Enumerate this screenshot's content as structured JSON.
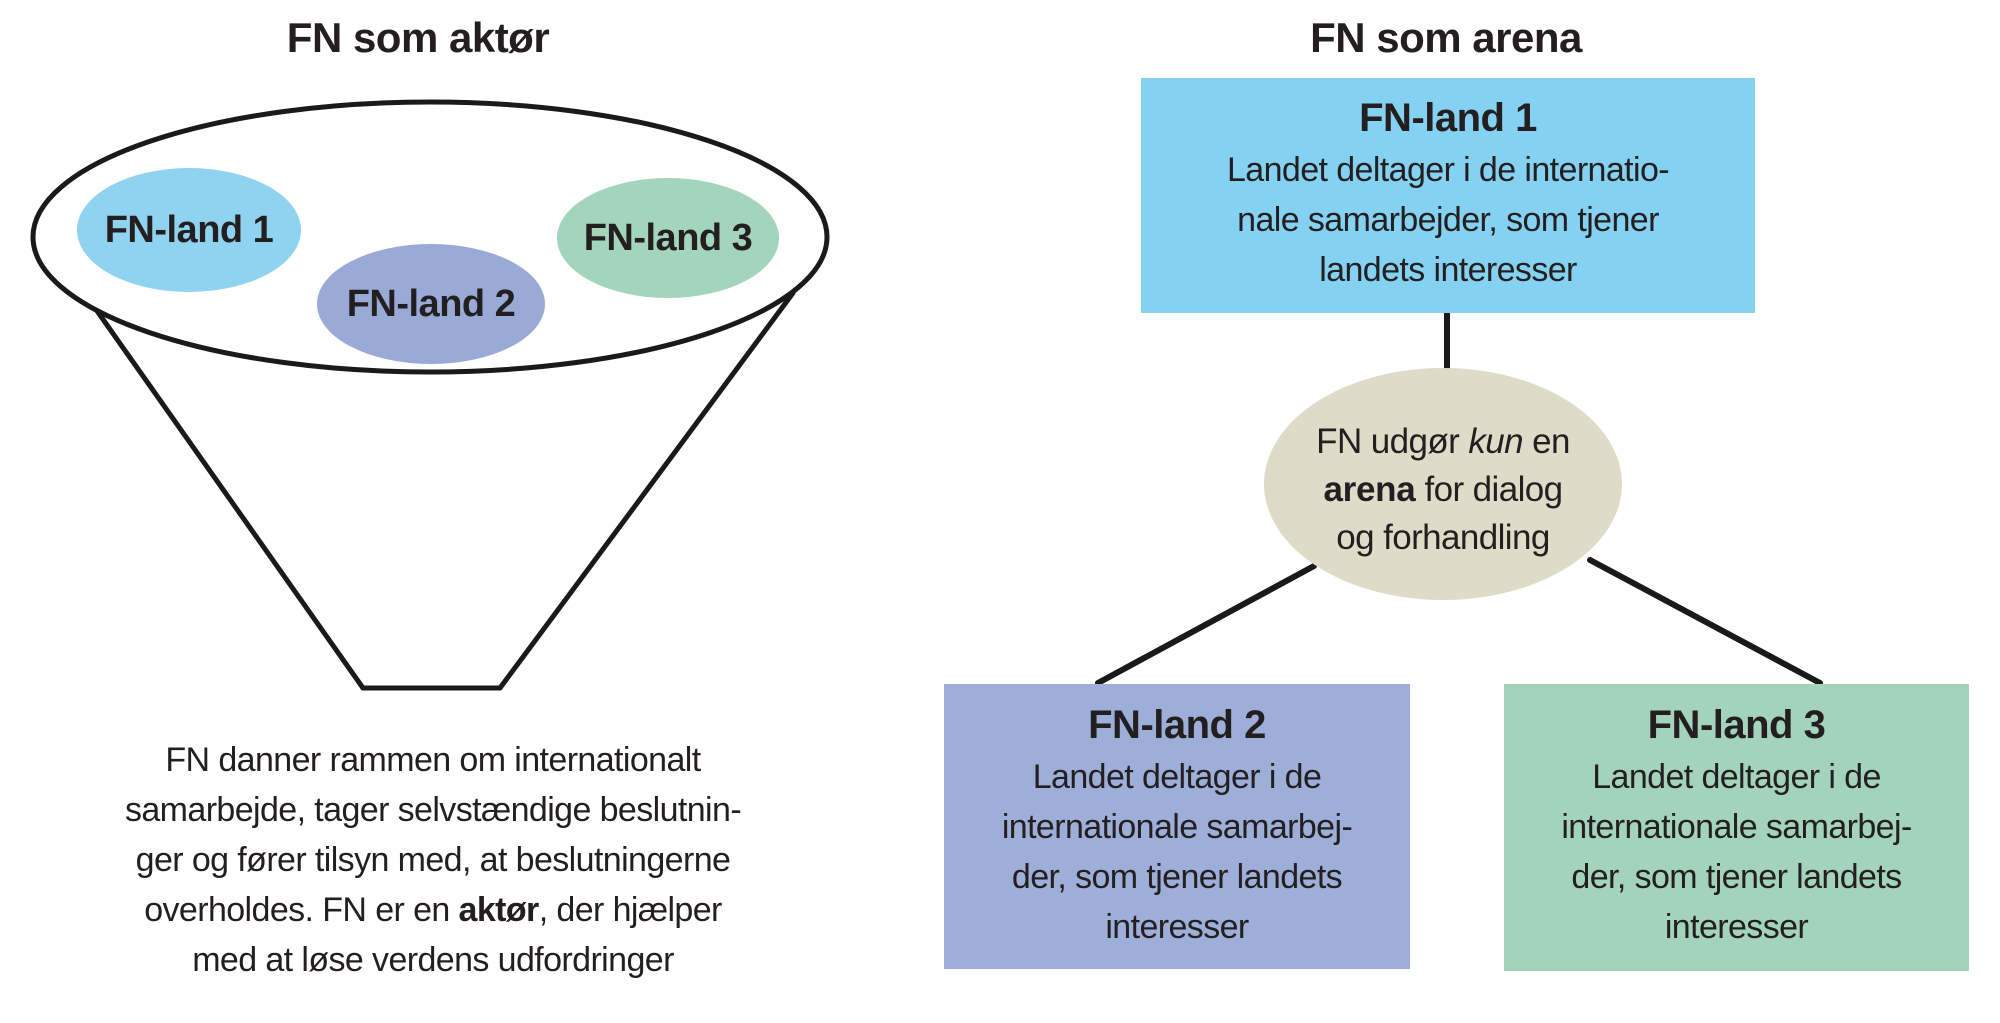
{
  "left": {
    "title": "FN som aktør",
    "funnel_ellipses": {
      "ellipse1_label": "FN-land 1",
      "ellipse2_label": "FN-land 2",
      "ellipse3_label": "FN-land 3"
    },
    "paragraph": {
      "line1": "FN danner rammen om internationalt",
      "line2": "samarbejde, tager selvstændige beslutnin-",
      "line3": "ger og fører tilsyn med, at beslutningerne",
      "line4_pre": "overholdes. FN er en ",
      "line4_bold": "aktør",
      "line4_post": ", der hjælper",
      "line5": "med at løse verdens udfordringer"
    }
  },
  "right": {
    "title": "FN som arena",
    "box1": {
      "title": "FN-land 1",
      "lines": [
        "Landet deltager i de internatio-",
        "nale samarbejder, som tjener",
        "landets interesser"
      ]
    },
    "hub": {
      "line1_pre": "FN udgør ",
      "line1_italic": "kun",
      "line1_post": " en",
      "line2_bold": "arena",
      "line2_post": " for dialog",
      "line3": "og forhandling"
    },
    "box2": {
      "title": "FN-land 2",
      "lines": [
        "Landet deltager i de",
        "internationale samarbej-",
        "der, som tjener landets",
        "interesser"
      ]
    },
    "box3": {
      "title": "FN-land 3",
      "lines": [
        "Landet deltager i de",
        "internationale samarbej-",
        "der, som tjener landets",
        "interesser"
      ]
    }
  },
  "colors": {
    "text_black": "#231F20",
    "stroke_black": "#1A1A1A",
    "light_blue_ellipse": "#8FD3F1",
    "light_blue_box": "#84D1F1",
    "periwinkle_ellipse": "#99AAD6",
    "periwinkle_box": "#9DAED8",
    "green_ellipse": "#A3D4BC",
    "green_box": "#A4D3BC",
    "beige_hub": "#DFDBC9",
    "background": "#FFFFFF"
  }
}
